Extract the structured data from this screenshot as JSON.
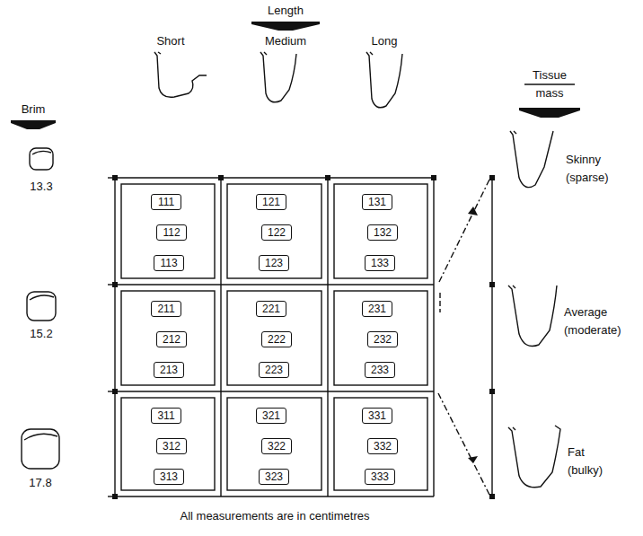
{
  "diagram": {
    "nodes": [
      {
        "text": [
          "111"
        ]
      },
      {
        "text": [
          "121"
        ]
      },
      {
        "text": [
          "131"
        ]
      },
      {
        "text": [
          "112"
        ]
      },
      {
        "text": [
          "122"
        ]
      },
      {
        "text": [
          "132"
        ]
      },
      {
        "text": [
          "113"
        ]
      },
      {
        "text": [
          "123"
        ]
      },
      {
        "text": [
          "133"
        ]
      },
      {
        "text": [
          "211"
        ]
      },
      {
        "text": [
          "221"
        ]
      },
      {
        "text": [
          "231"
        ]
      },
      {
        "text": [
          "212"
        ]
      },
      {
        "text": [
          "222"
        ]
      },
      {
        "text": [
          "232"
        ]
      },
      {
        "text": [
          "213"
        ]
      },
      {
        "text": [
          "223"
        ]
      },
      {
        "text": [
          "233"
        ]
      },
      {
        "text": [
          "311"
        ]
      },
      {
        "text": [
          "321"
        ]
      },
      {
        "text": [
          "331"
        ]
      },
      {
        "text": [
          "312"
        ]
      },
      {
        "text": [
          "322"
        ]
      },
      {
        "text": [
          "332"
        ]
      },
      {
        "text": [
          "313"
        ]
      },
      {
        "text": [
          "323"
        ]
      },
      {
        "text": [
          "333"
        ]
      }
    ],
    "labels": [
      "Length",
      "Short",
      "Medium",
      "Long",
      "Tissue mass",
      "Brim",
      "13.3",
      "15.2",
      "17.8",
      "Skinny (sparse)",
      "Average (moderate)",
      "Fat (bulky)",
      "All measurements are in centimetres"
    ]
  }
}
